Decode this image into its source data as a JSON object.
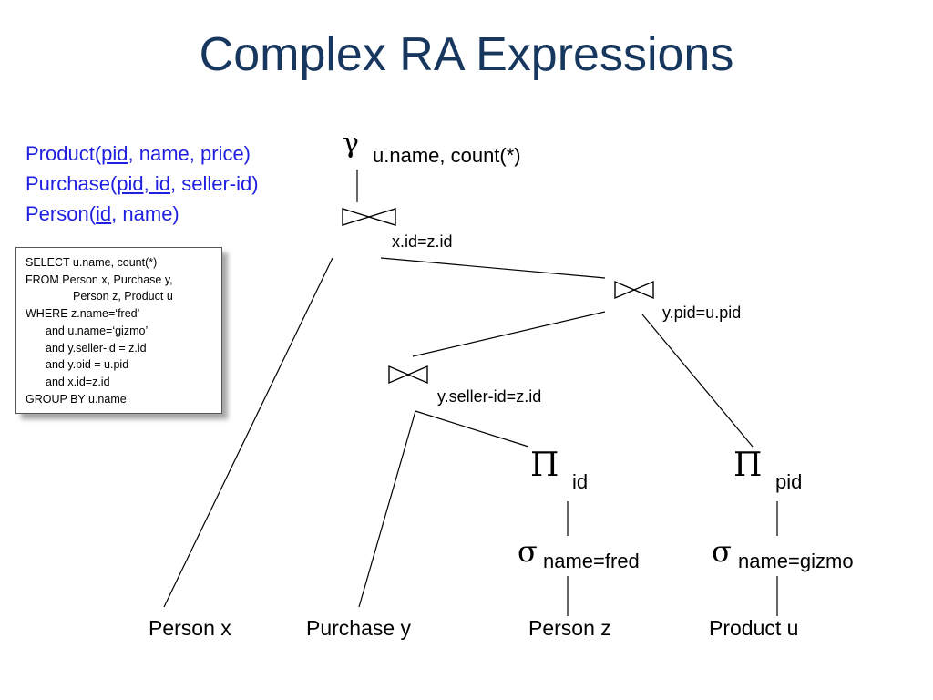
{
  "slide": {
    "title": "Complex RA Expressions"
  },
  "schema": {
    "product": {
      "name": "Product(",
      "key": "pid",
      "rest": ", name, price)"
    },
    "purchase": {
      "name": "Purchase(",
      "key": "pid, id",
      "rest": ", seller-id)"
    },
    "person": {
      "name": "Person(",
      "key": "id",
      "rest": ", name)"
    }
  },
  "sql": {
    "lines": [
      "SELECT u.name, count(*)",
      "FROM Person x, Purchase y,",
      "Person z, Product u",
      "WHERE z.name=‘fred’",
      "and u.name=‘gizmo’",
      "and y.seller-id = z.id",
      "and y.pid = u.pid",
      "and x.id=z.id",
      "GROUP BY u.name"
    ]
  },
  "tree": {
    "group": {
      "symbol": "γ",
      "label": "u.name, count(*)"
    },
    "join_top": {
      "symbol": "⋈",
      "condition": "x.id=z.id"
    },
    "join_mid": {
      "symbol": "⋈",
      "condition": "y.pid=u.pid"
    },
    "join_low": {
      "symbol": "⋈",
      "condition": "y.seller-id=z.id"
    },
    "project_left": {
      "symbol": "Π",
      "attrs": "id"
    },
    "project_right": {
      "symbol": "Π",
      "attrs": "pid"
    },
    "select_left": {
      "symbol": "σ",
      "condition": "name=fred"
    },
    "select_right": {
      "symbol": "σ",
      "condition": "name=gizmo"
    },
    "leaves": {
      "person_x": "Person x",
      "purchase_y": "Purchase y",
      "person_z": "Person z",
      "product_u": "Product u"
    }
  },
  "colors": {
    "title": "#17375e",
    "schema_text": "#1f1fe0",
    "lines": "#000000"
  }
}
